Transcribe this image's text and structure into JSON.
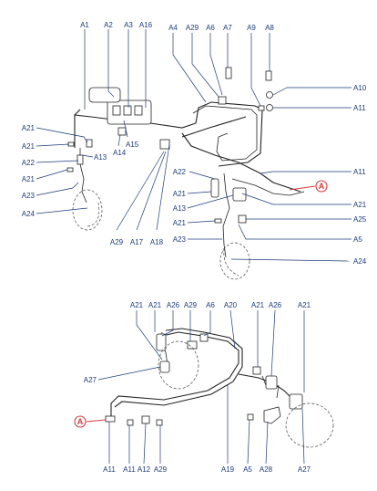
{
  "diagram": {
    "ref_marker": "A",
    "colors": {
      "label": "#1b3b7a",
      "line": "#222222",
      "ref_marker": "#d23c3c"
    },
    "upper": {
      "labels": [
        {
          "key": "t1",
          "text": "A1"
        },
        {
          "key": "t2",
          "text": "A2"
        },
        {
          "key": "t3",
          "text": "A3"
        },
        {
          "key": "t4",
          "text": "A16"
        },
        {
          "key": "t5",
          "text": "A4"
        },
        {
          "key": "t6",
          "text": "A29"
        },
        {
          "key": "t7",
          "text": "A6"
        },
        {
          "key": "t8",
          "text": "A7"
        },
        {
          "key": "t9",
          "text": "A9"
        },
        {
          "key": "t10",
          "text": "A8"
        },
        {
          "key": "r1",
          "text": "A10"
        },
        {
          "key": "r2",
          "text": "A11"
        },
        {
          "key": "r3",
          "text": "A11"
        },
        {
          "key": "r4",
          "text": "A21"
        },
        {
          "key": "r5",
          "text": "A25"
        },
        {
          "key": "r6",
          "text": "A5"
        },
        {
          "key": "r7",
          "text": "A24"
        },
        {
          "key": "l1",
          "text": "A21"
        },
        {
          "key": "l2",
          "text": "A21"
        },
        {
          "key": "l3",
          "text": "A22"
        },
        {
          "key": "l4",
          "text": "A21"
        },
        {
          "key": "l5",
          "text": "A23"
        },
        {
          "key": "l6",
          "text": "A24"
        },
        {
          "key": "m1",
          "text": "A13"
        },
        {
          "key": "m2",
          "text": "A14"
        },
        {
          "key": "m3",
          "text": "A15"
        },
        {
          "key": "b1",
          "text": "A29"
        },
        {
          "key": "b2",
          "text": "A17"
        },
        {
          "key": "b3",
          "text": "A18"
        },
        {
          "key": "c1",
          "text": "A22"
        },
        {
          "key": "c2",
          "text": "A21"
        },
        {
          "key": "c3",
          "text": "A13"
        },
        {
          "key": "c4",
          "text": "A21"
        },
        {
          "key": "c5",
          "text": "A23"
        }
      ]
    },
    "lower": {
      "labels": [
        {
          "key": "u1",
          "text": "A21"
        },
        {
          "key": "u2",
          "text": "A21"
        },
        {
          "key": "u3",
          "text": "A26"
        },
        {
          "key": "u4",
          "text": "A29"
        },
        {
          "key": "u5",
          "text": "A6"
        },
        {
          "key": "u6",
          "text": "A20"
        },
        {
          "key": "u7",
          "text": "A21"
        },
        {
          "key": "u8",
          "text": "A26"
        },
        {
          "key": "u9",
          "text": "A21"
        },
        {
          "key": "s1",
          "text": "A27"
        },
        {
          "key": "d1",
          "text": "A11"
        },
        {
          "key": "d2",
          "text": "A11"
        },
        {
          "key": "d3",
          "text": "A12"
        },
        {
          "key": "d4",
          "text": "A29"
        },
        {
          "key": "d5",
          "text": "A19"
        },
        {
          "key": "d6",
          "text": "A5"
        },
        {
          "key": "d7",
          "text": "A28"
        },
        {
          "key": "d8",
          "text": "A27"
        }
      ]
    }
  }
}
